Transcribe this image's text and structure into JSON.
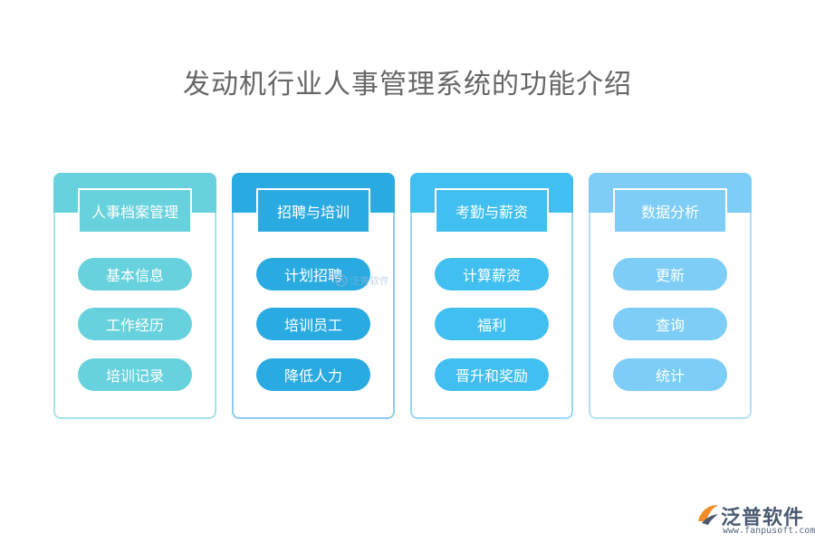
{
  "title": "发动机行业人事管理系统的功能介绍",
  "colors": {
    "col1": "#67d2dd",
    "col2": "#29aae1",
    "col3": "#40bff0",
    "col4": "#7dcdf7",
    "logo_orange": "#f08c2a",
    "logo_text": "#4a5a70"
  },
  "columns": [
    {
      "header": "人事档案管理",
      "items": [
        "基本信息",
        "工作经历",
        "培训记录"
      ]
    },
    {
      "header": "招聘与培训",
      "items": [
        "计划招聘",
        "培训员工",
        "降低人力"
      ]
    },
    {
      "header": "考勤与薪资",
      "items": [
        "计算薪资",
        "福利",
        "晋升和奖励"
      ]
    },
    {
      "header": "数据分析",
      "items": [
        "更新",
        "查询",
        "统计"
      ]
    }
  ],
  "watermark": {
    "text": "泛普软件",
    "icon": "logo-mark-icon"
  },
  "logo": {
    "brand": "泛普软件",
    "url": "www.fanpusoft.com",
    "icon": "logo-mark-icon"
  }
}
